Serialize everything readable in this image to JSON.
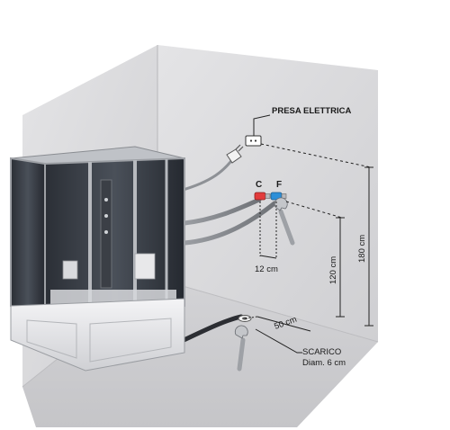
{
  "labels": {
    "power_socket": "PRESA ELETTRICA",
    "hot": "C",
    "cold": "F",
    "dim_12": "12 cm",
    "dim_120": "120 cm",
    "dim_180": "180 cm",
    "dim_50": "50 cm",
    "drain": "SCARICO",
    "drain_diameter": "Diam. 6 cm"
  },
  "colors": {
    "wall": "#d9d9db",
    "floor": "#cfcfd1",
    "hot_tap": "#e23b3b",
    "cold_tap": "#2d8fd8"
  }
}
